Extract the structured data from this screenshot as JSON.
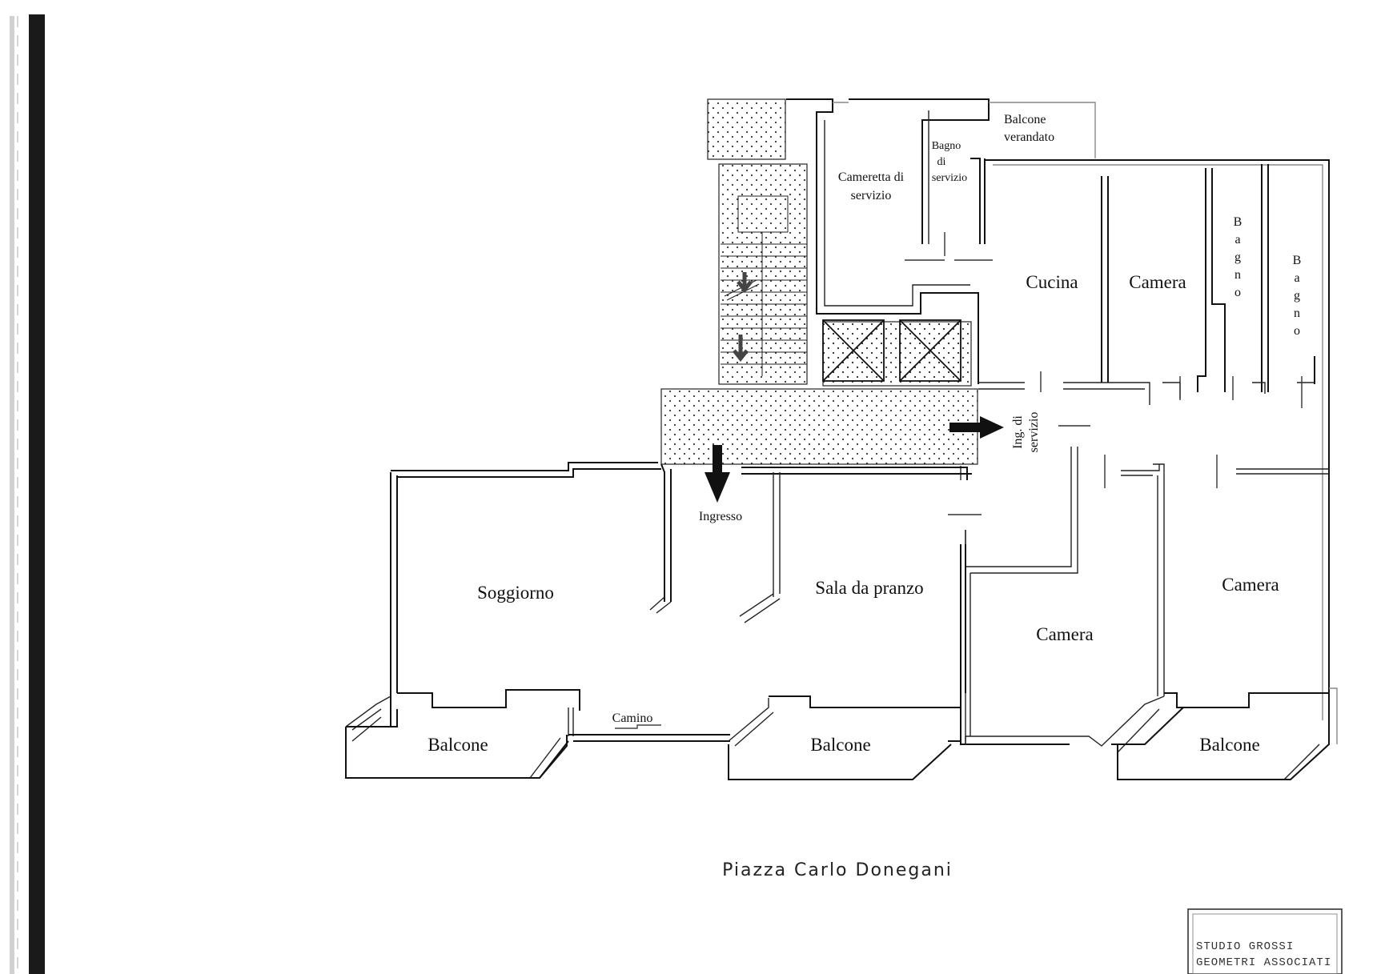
{
  "plan": {
    "street": "Piazza Carlo Donegani",
    "stamp": [
      "STUDIO GROSSI",
      "GEOMETRI ASSOCIATI"
    ],
    "rooms": {
      "cameretta": [
        "Cameretta di",
        "servizio"
      ],
      "bagno_servizio": [
        "Bagno",
        "di",
        "servizio"
      ],
      "balcone_verandato": [
        "Balcone",
        "verandato"
      ],
      "cucina": "Cucina",
      "camera_1": "Camera",
      "bagno_1": [
        "B",
        "a",
        "g",
        "n",
        "o"
      ],
      "bagno_2": [
        "B",
        "a",
        "g",
        "n",
        "o"
      ],
      "ingresso_servizio": [
        "Ing. di",
        "servizio"
      ],
      "ingresso": "Ingresso",
      "soggiorno": "Soggiorno",
      "sala_pranzo": "Sala da pranzo",
      "camera_2": "Camera",
      "camera_3": "Camera",
      "camino": "Camino",
      "balcone_1": "Balcone",
      "balcone_2": "Balcone",
      "balcone_3": "Balcone"
    }
  }
}
